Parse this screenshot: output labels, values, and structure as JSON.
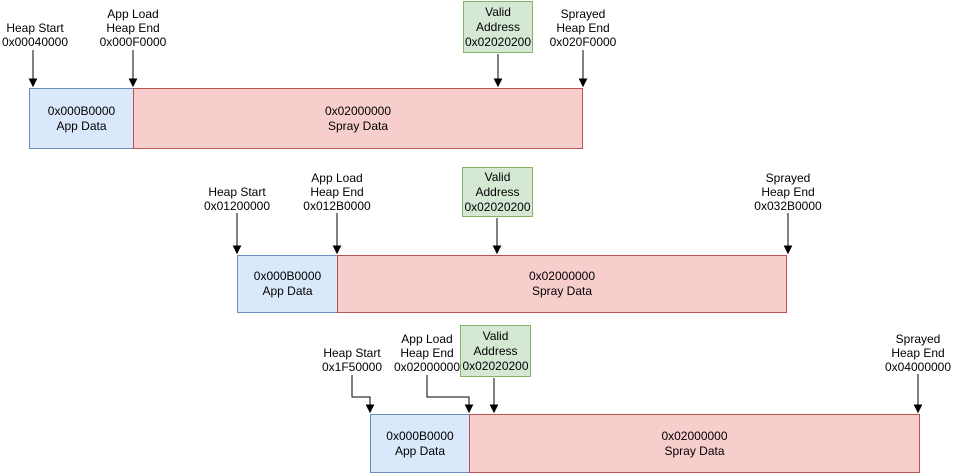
{
  "colors": {
    "app_data_fill": "#dae8fc",
    "app_data_border": "#6c8ebf",
    "spray_data_fill": "#f8cecc",
    "spray_data_border": "#b85450",
    "valid_address_fill": "#d5e8d4",
    "valid_address_border": "#82b366"
  },
  "rows": [
    {
      "heap_start": "Heap Start\n0x00040000",
      "app_load_heap_end": "App Load\nHeap End\n0x000F0000",
      "valid_address": "Valid\nAddress\n0x02020200",
      "sprayed_heap_end": "Sprayed\nHeap End\n0x020F0000",
      "app_data": "0x000B0000\nApp Data",
      "spray_data": "0x02000000\nSpray Data"
    },
    {
      "heap_start": "Heap Start\n0x01200000",
      "app_load_heap_end": "App Load\nHeap End\n0x012B0000",
      "valid_address": "Valid\nAddress\n0x02020200",
      "sprayed_heap_end": "Sprayed\nHeap End\n0x032B0000",
      "app_data": "0x000B0000\nApp Data",
      "spray_data": "0x02000000\nSpray Data"
    },
    {
      "heap_start": "Heap Start\n0x1F50000",
      "app_load_heap_end": "App Load\nHeap End\n0x02000000",
      "valid_address": "Valid\nAddress\n0x02020200",
      "sprayed_heap_end": "Sprayed\nHeap End\n0x04000000",
      "app_data": "0x000B0000\nApp Data",
      "spray_data": "0x02000000\nSpray Data"
    }
  ]
}
